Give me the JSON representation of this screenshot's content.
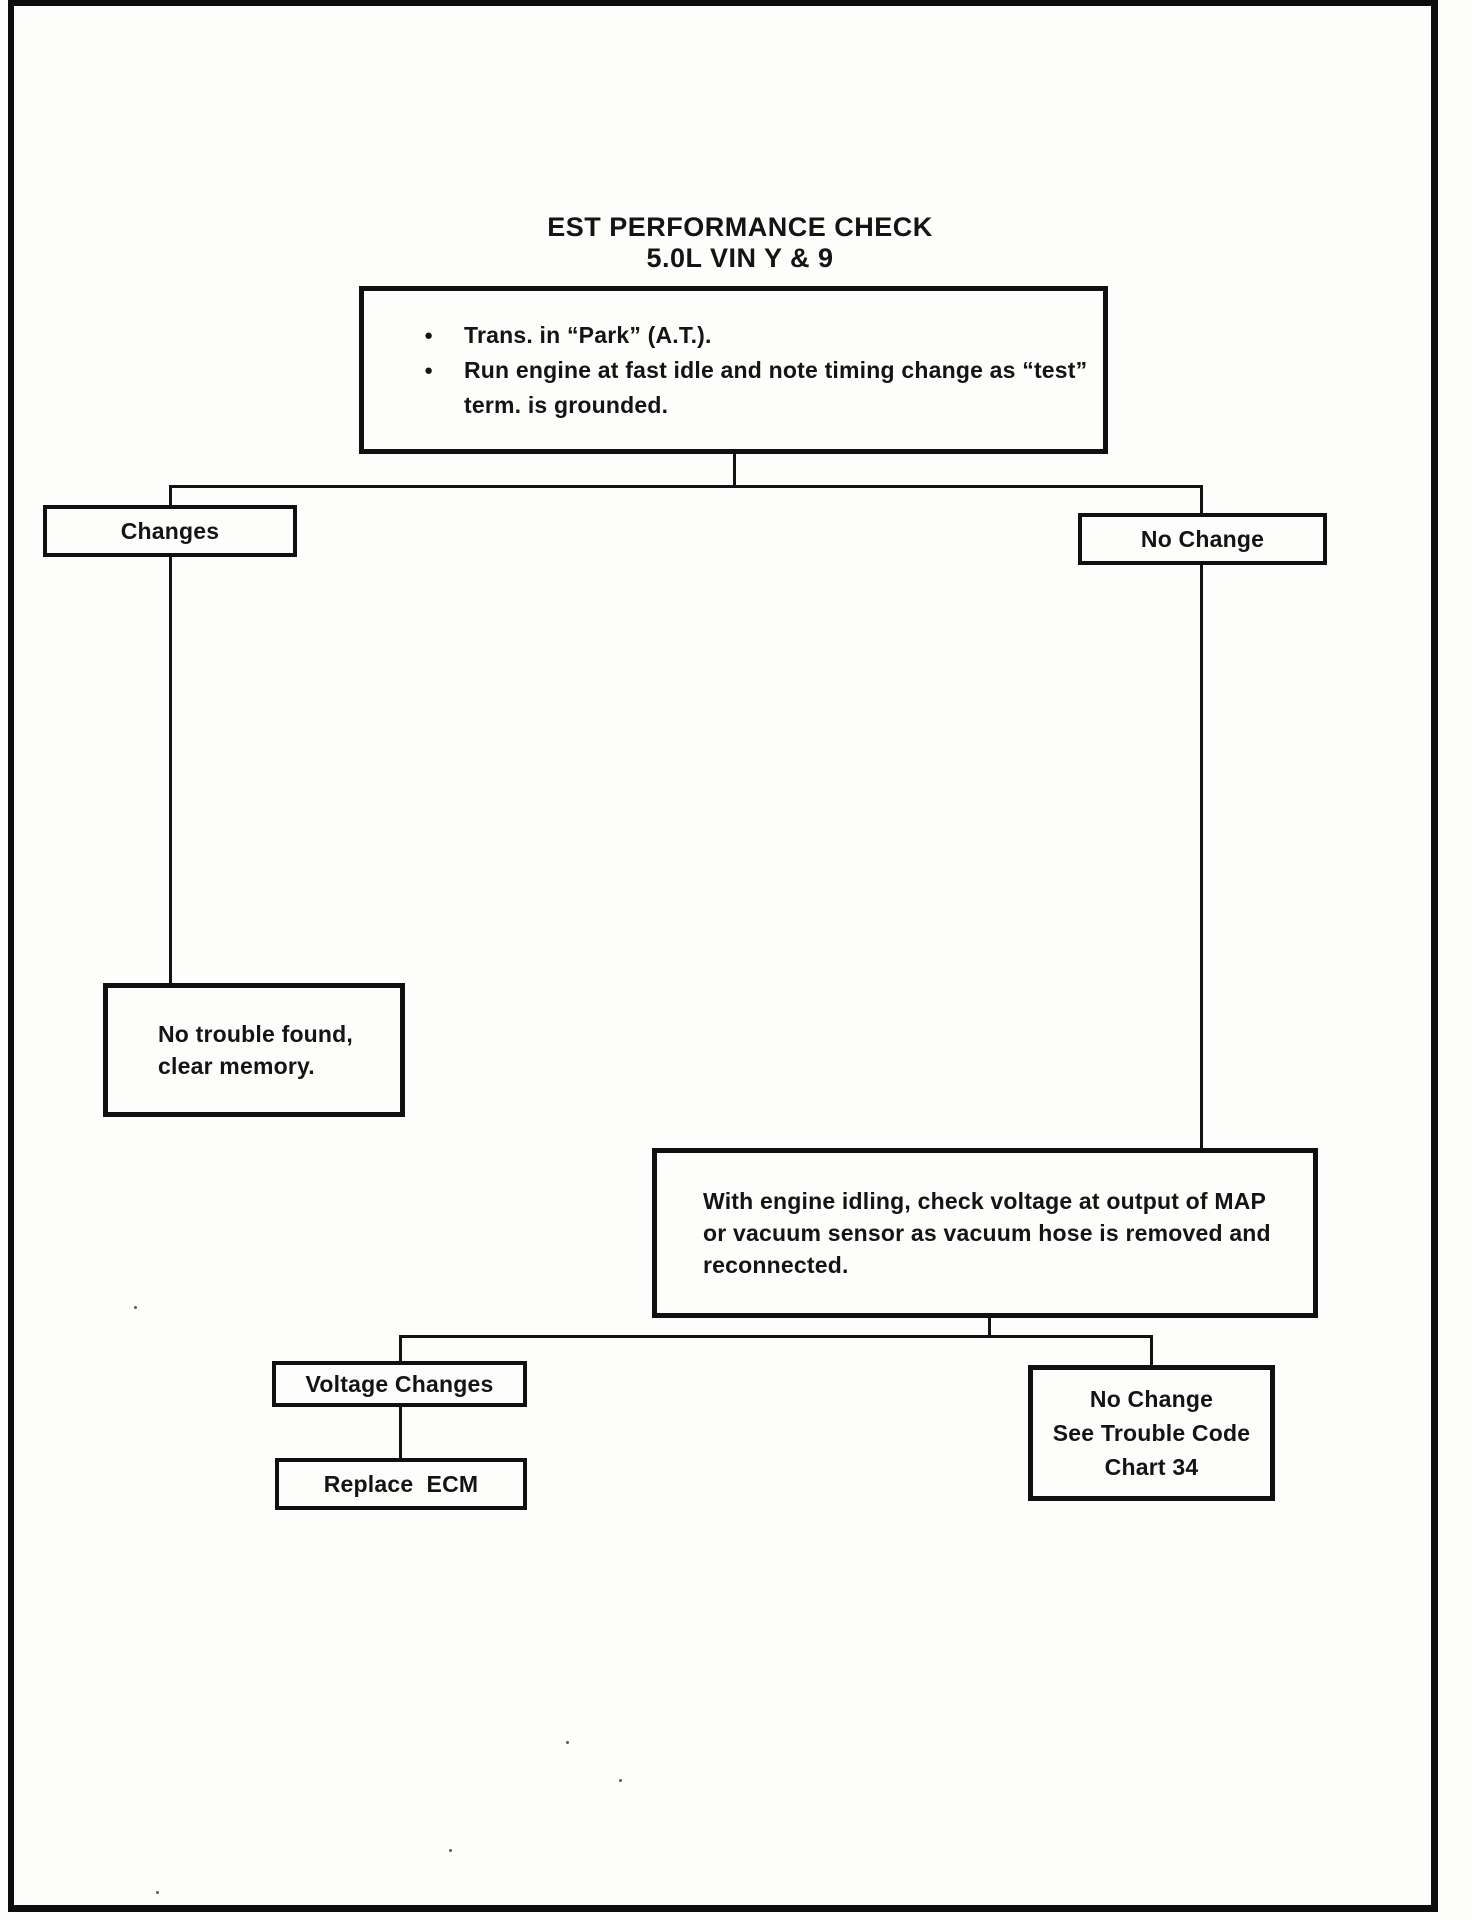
{
  "title": {
    "line1": "EST PERFORMANCE CHECK",
    "line2": "5.0L VIN Y & 9"
  },
  "glyphs": {
    "bullet": "●"
  },
  "nodes": {
    "instructions": {
      "items": [
        "Trans. in “Park” (A.T.).",
        "Run engine at fast idle and note timing change as “test”\nterm. is grounded."
      ]
    },
    "changes": {
      "label": "Changes"
    },
    "no_change": {
      "label": "No Change"
    },
    "no_trouble": {
      "text": "No trouble found,\nclear memory."
    },
    "map_check": {
      "text": "With engine idling, check voltage at output of MAP\nor vacuum sensor as vacuum hose is removed and\nreconnected."
    },
    "voltage_changes": {
      "label": "Voltage Changes"
    },
    "replace_ecm": {
      "label": "Replace  ECM"
    },
    "no_change_chart": {
      "text": "No Change\nSee Trouble Code\nChart 34"
    }
  }
}
